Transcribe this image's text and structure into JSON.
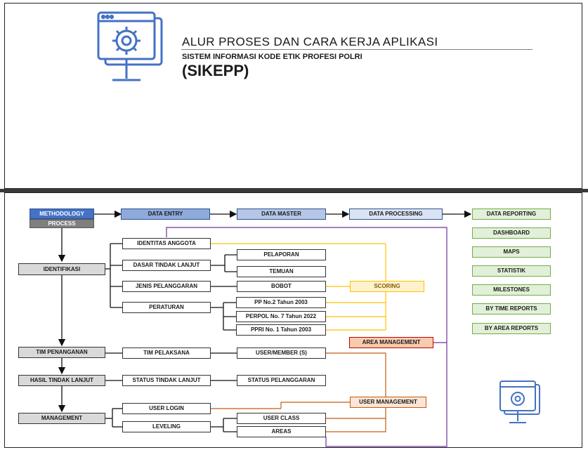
{
  "slide1": {
    "title": "ALUR PROSES DAN CARA KERJA APLIKASI",
    "subtitle": "SISTEM INFORMASI KODE ETIK PROFESI POLRI",
    "acronym": "(SIKEPP)",
    "icon": "computer-gear-icon"
  },
  "pipeline": {
    "methodology": "METHODOLOGY",
    "process": "PROCESS",
    "stages": [
      "DATA ENTRY",
      "DATA MASTER",
      "DATA PROCESSING",
      "DATA REPORTING"
    ]
  },
  "reports": [
    "DASHBOARD",
    "MAPS",
    "STATISTIK",
    "MILESTONES",
    "BY TIME REPORTS",
    "BY AREA REPORTS"
  ],
  "process_steps": [
    "IDENTIFIKASI",
    "TIM PENANGANAN",
    "HASIL TINDAK LANJUT",
    "MANAGEMENT"
  ],
  "entries": {
    "identitas": "IDENTITAS ANGGOTA",
    "dasar": "DASAR TINDAK LANJUT",
    "jenis": "JENIS PELANGGARAN",
    "peraturan": "PERATURAN",
    "tim_pelaksana": "TIM PELAKSANA",
    "status_tindak": "STATUS TINDAK LANJUT",
    "user_login": "USER LOGIN",
    "leveling": "LEVELING"
  },
  "masters": {
    "pelaporan": "PELAPORAN",
    "temuan": "TEMUAN",
    "bobot": "BOBOT",
    "pp": "PP No.2 Tahun 2003",
    "perpol": "PERPOL No. 7 Tahun 2022",
    "ppri": "PPRI No. 1 Tahun 2003",
    "user_member": "USER/MEMBER (S)",
    "status_pelanggaran": "STATUS PELANGGARAN",
    "user_class": "USER CLASS",
    "areas": "AREAS"
  },
  "processing": {
    "scoring": "SCORING",
    "area_management": "AREA MANAGEMENT",
    "user_management": "USER MANAGEMENT"
  },
  "colors": {
    "blue_dark": "#4472c4",
    "scoring_line": "#ffc000",
    "area_line": "#7030a0",
    "user_line": "#c55a11",
    "report_border": "#70ad47"
  },
  "bottom_icon": "computer-gear-icon"
}
